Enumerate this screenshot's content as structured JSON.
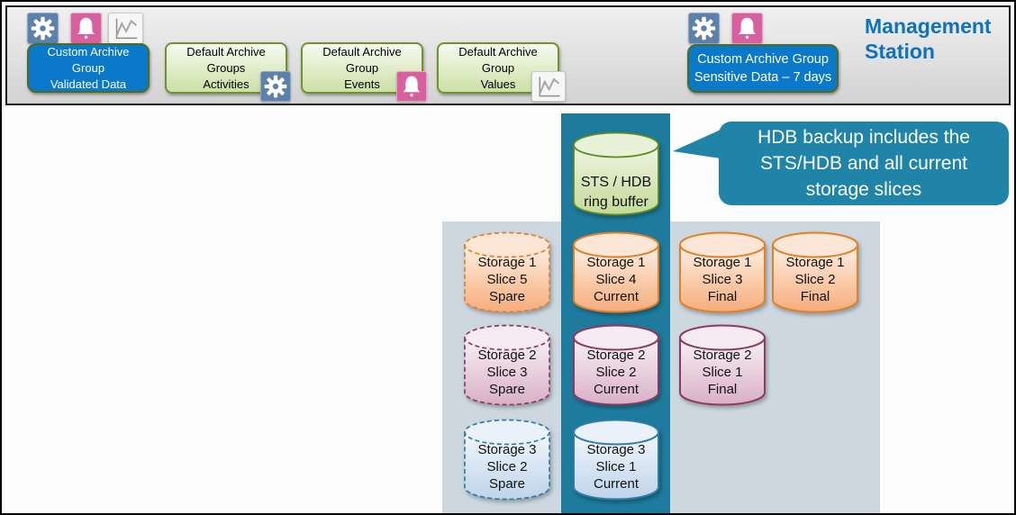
{
  "title": {
    "text_line1": "Management",
    "text_line2": "Station",
    "color": "#0e72bd"
  },
  "toolbar": {
    "left_icons": [
      "gear-icon",
      "bell-icon",
      "chart-icon"
    ],
    "right_icons": [
      "gear-icon",
      "bell-icon"
    ],
    "buttons": {
      "custom_validated": {
        "line1": "Custom Archive",
        "line2": "Group",
        "line3": "Validated Data",
        "color": "#0b79ca"
      },
      "default_activities": {
        "line1": "Default Archive",
        "line2": "Groups",
        "line3": "Activities",
        "icon": "gear-icon"
      },
      "default_events": {
        "line1": "Default Archive",
        "line2": "Group",
        "line3": "Events",
        "icon": "bell-icon"
      },
      "default_values": {
        "line1": "Default Archive",
        "line2": "Group",
        "line3": "Values",
        "icon": "chart-icon"
      },
      "custom_sensitive": {
        "line1": "Custom Archive Group",
        "line2": "Sensitive Data – 7 days",
        "color": "#0b79ca"
      }
    }
  },
  "callout": {
    "line1": "HDB backup includes the",
    "line2": "STS/HDB and all current",
    "line3": "storage slices",
    "bg": "#1f84a8"
  },
  "ring_buffer": {
    "line1": "STS / HDB",
    "line2": "ring buffer",
    "color": "green"
  },
  "backup_column_color": "#1e7b9d",
  "panel_color": "#ccd7e0",
  "cylinders": [
    {
      "line1": "Storage 1",
      "line2": "Slice 5",
      "line3": "Spare",
      "color": "orange",
      "dashed": true
    },
    {
      "line1": "Storage 1",
      "line2": "Slice 4",
      "line3": "Current",
      "color": "orange",
      "dashed": false
    },
    {
      "line1": "Storage 1",
      "line2": "Slice 3",
      "line3": "Final",
      "color": "orange",
      "dashed": false
    },
    {
      "line1": "Storage 1",
      "line2": "Slice 2",
      "line3": "Final",
      "color": "orange",
      "dashed": false
    },
    {
      "line1": "Storage 2",
      "line2": "Slice 3",
      "line3": "Spare",
      "color": "pink",
      "dashed": true
    },
    {
      "line1": "Storage 2",
      "line2": "Slice 2",
      "line3": "Current",
      "color": "pink",
      "dashed": false
    },
    {
      "line1": "Storage 2",
      "line2": "Slice 1",
      "line3": "Final",
      "color": "pink",
      "dashed": false
    },
    {
      "line1": "Storage 3",
      "line2": "Slice 2",
      "line3": "Spare",
      "color": "blue",
      "dashed": true
    },
    {
      "line1": "Storage 3",
      "line2": "Slice 1",
      "line3": "Current",
      "color": "blue",
      "dashed": false
    }
  ]
}
